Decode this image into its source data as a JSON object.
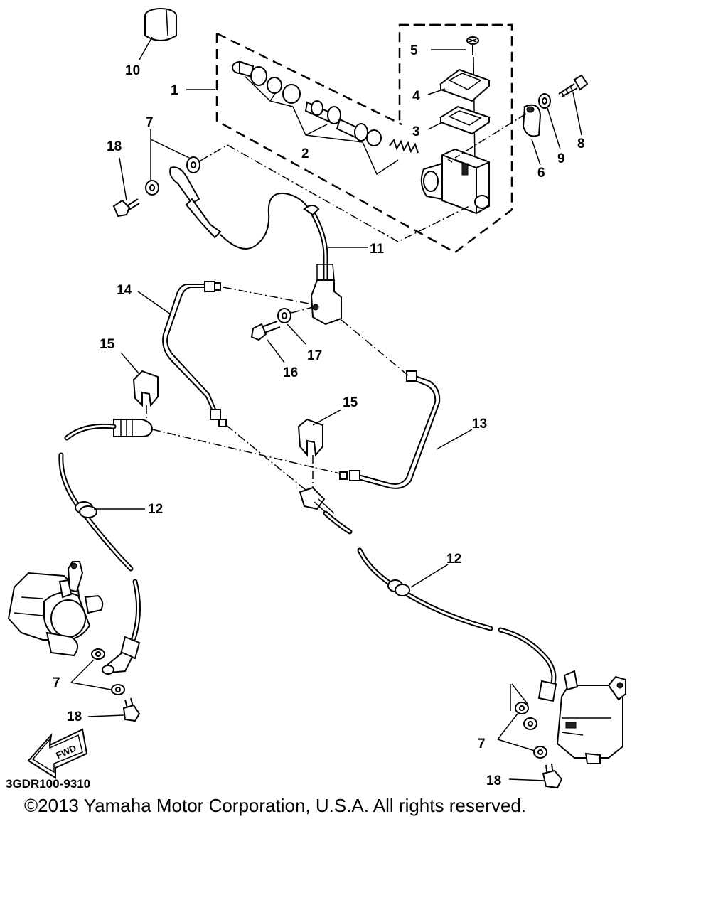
{
  "callouts": [
    "1",
    "2",
    "3",
    "4",
    "5",
    "6",
    "7",
    "8",
    "9",
    "10",
    "11",
    "12",
    "13",
    "14",
    "15",
    "16",
    "17",
    "18"
  ],
  "fwd_text": "FWD",
  "diagram_code": "3GDR100-9310",
  "copyright": "©2013 Yamaha Motor Corporation, U.S.A. All rights reserved."
}
